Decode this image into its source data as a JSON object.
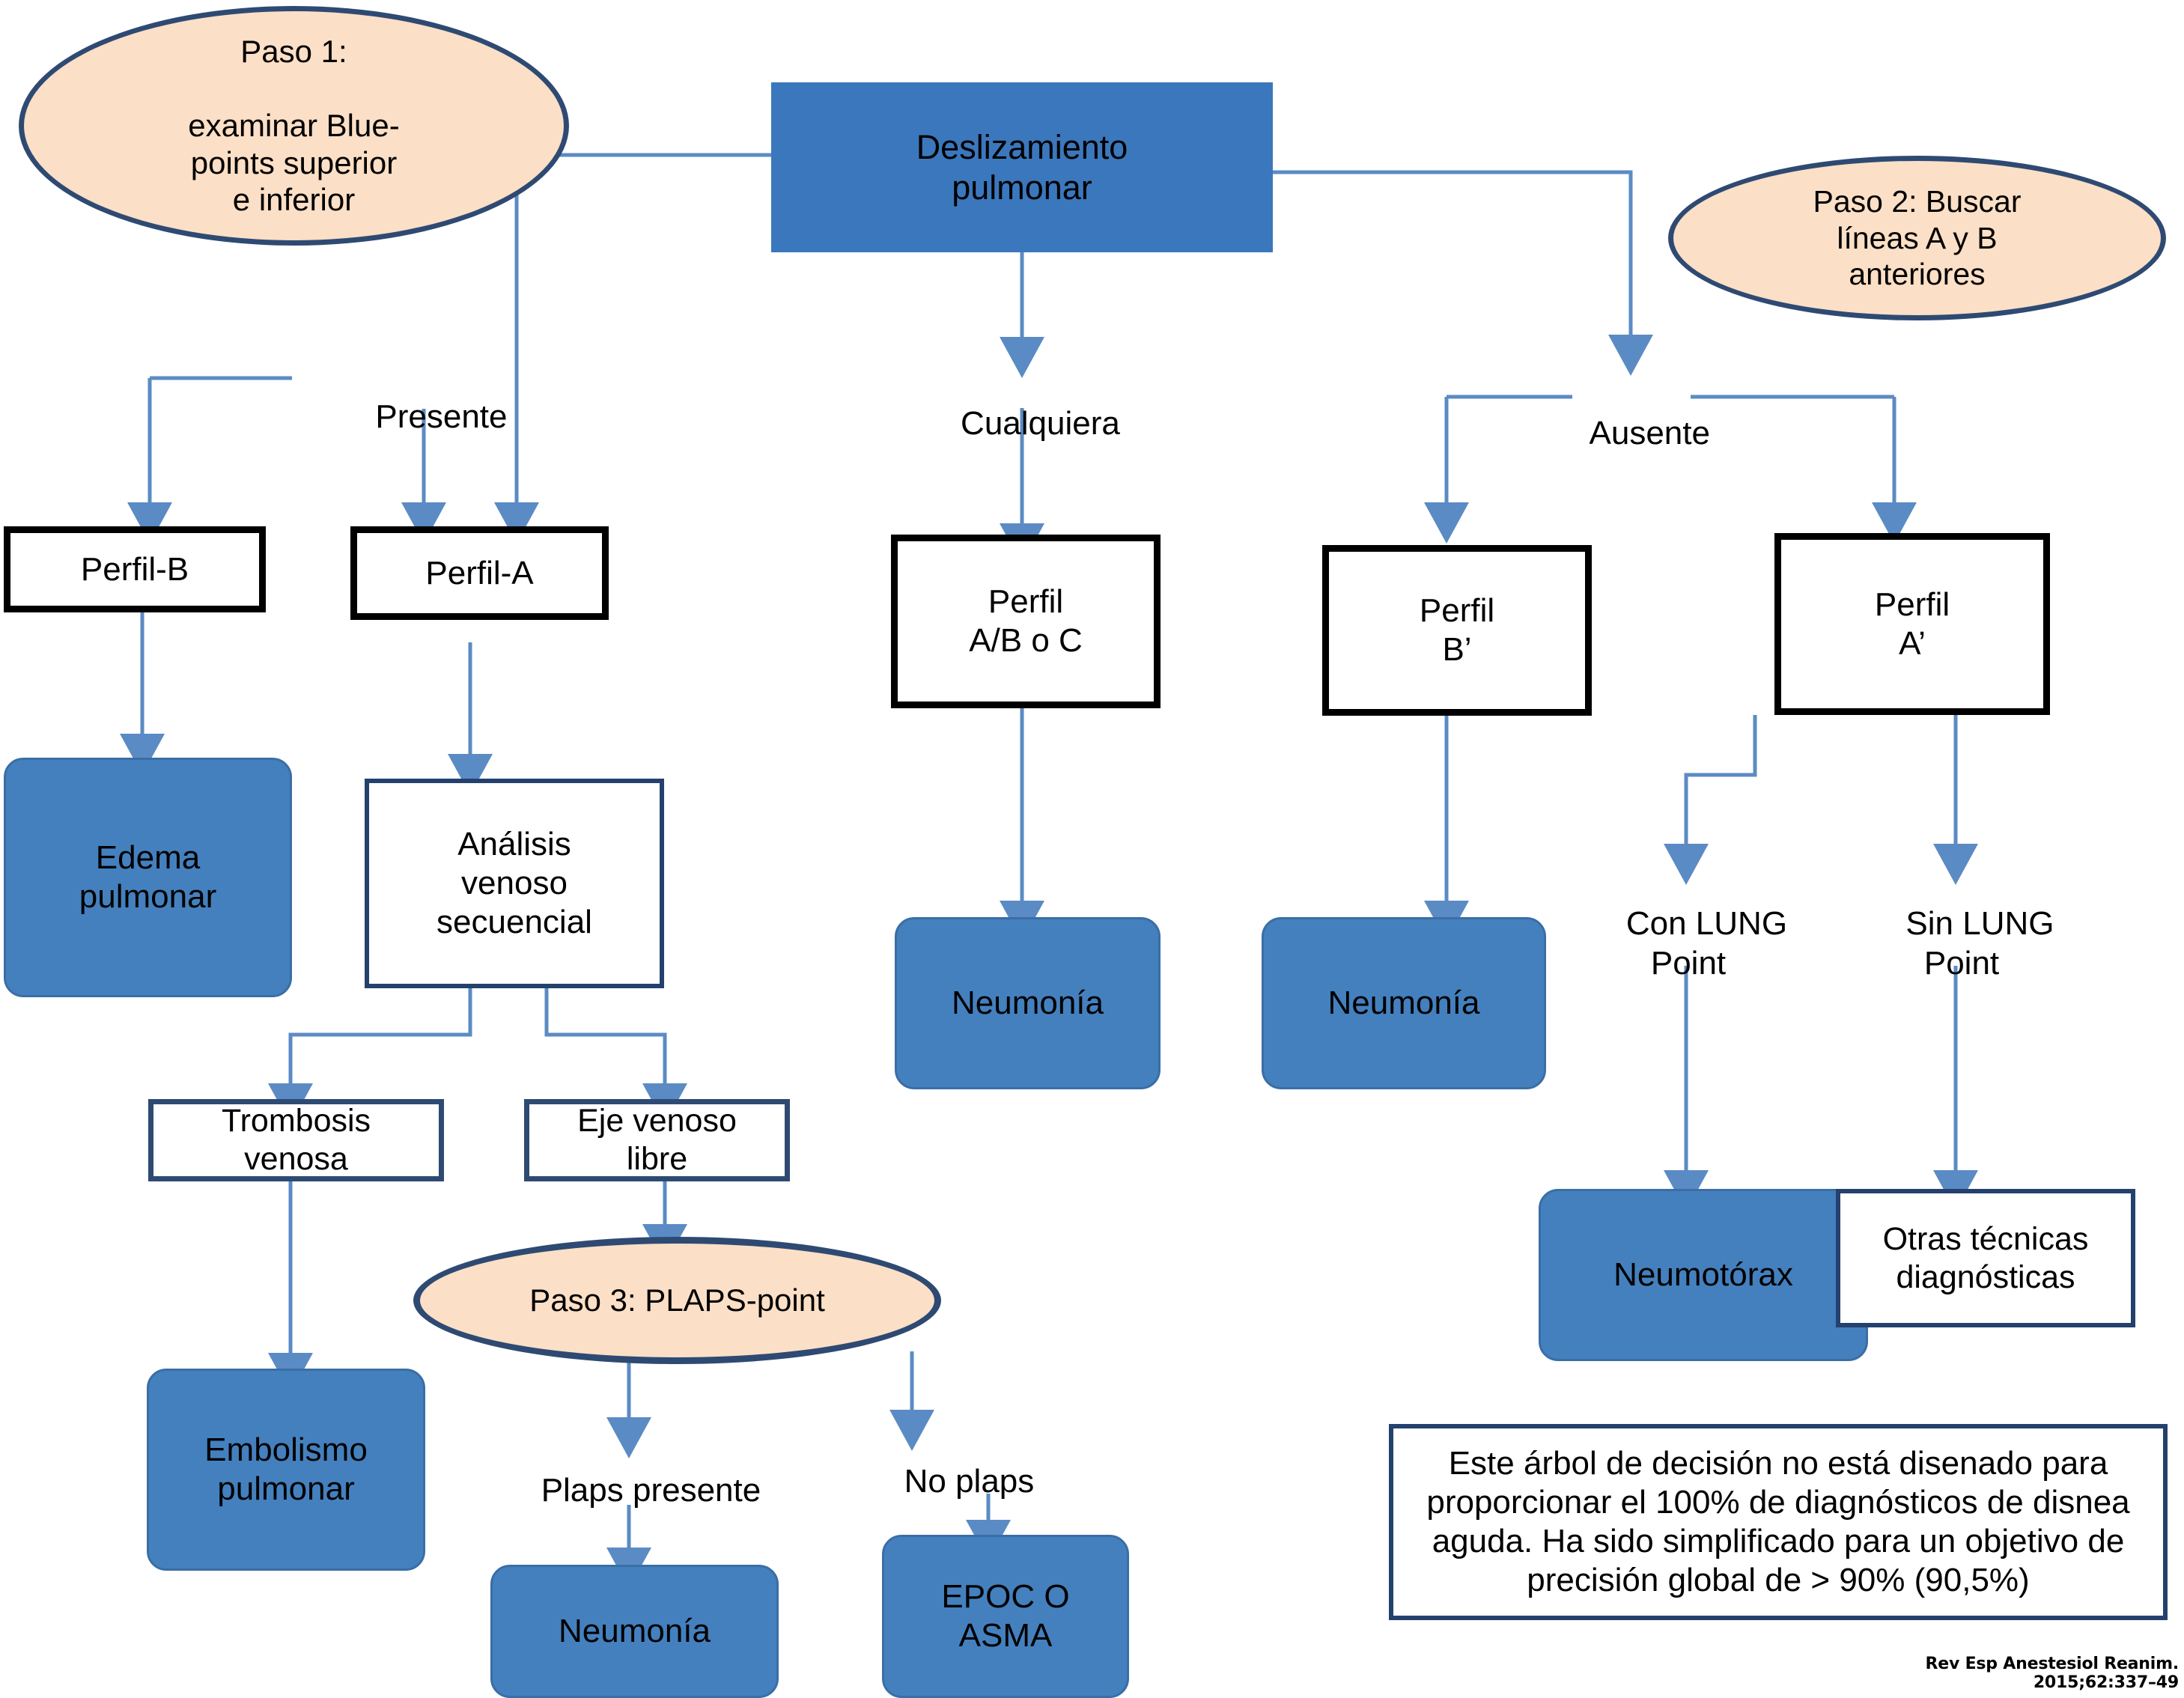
{
  "figure": {
    "title": "Arbol de decision BLUE protocol",
    "citation": "Rev Esp Anestesiol Reanim. 2015;62:337–49",
    "colors": {
      "blue_fill": "#3b77bc",
      "round_blue_fill": "#4480be",
      "peach_fill": "#fbdfc6",
      "navy_border": "#2e4a73",
      "connector": "#5b8bc4",
      "black_border": "#000000"
    }
  },
  "steps": {
    "step1": "Paso 1:\n\nexaminar Blue-\npoints superior\ne inferior",
    "step2": "Paso 2: Buscar\nlíneas A y B\nanteriores",
    "step3": "Paso 3: PLAPS-point"
  },
  "root": {
    "label": "Deslizamiento\npulmonar"
  },
  "branch_labels": {
    "presente": "Presente",
    "cualquiera": "Cualquiera",
    "ausente": "Ausente",
    "con_lung_point": "Con LUNG\nPoint",
    "sin_lung_point": "Sin LUNG\nPoint",
    "plaps_presente": "Plaps presente",
    "no_plaps": "No plaps"
  },
  "profiles": {
    "perfil_b": "Perfil-B",
    "perfil_a": "Perfil-A",
    "perfil_abc": "Perfil\nA/B o C",
    "perfil_b_prime": "Perfil\nB’",
    "perfil_a_prime": "Perfil\nA’"
  },
  "intermediate": {
    "analisis": "Análisis\nvenoso\nsecuencial",
    "trombosis": "Trombosis\nvenosa",
    "eje_venoso": "Eje venoso\nlibre",
    "otras_tecnicas": "Otras técnicas\ndiagnósticas"
  },
  "diagnoses": {
    "edema": "Edema\npulmonar",
    "neumonia_centro": "Neumonía",
    "neumonia_bprime": "Neumonía",
    "neumotorax": "Neumotórax",
    "embolismo": "Embolismo\npulmonar",
    "neumonia_plaps": "Neumonía",
    "epoc_asma": "EPOC O\nASMA"
  },
  "note": {
    "text": "Este árbol de decisión no está disenado para proporcionar el 100% de diagnósticos de disnea aguda. Ha sido simplificado para un objetivo de precisión global de > 90% (90,5%)"
  }
}
